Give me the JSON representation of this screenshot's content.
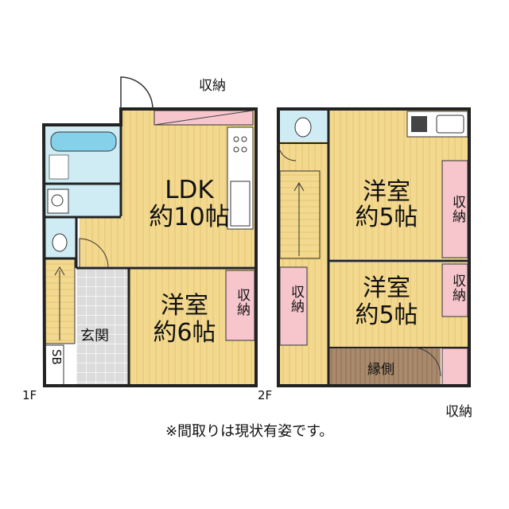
{
  "floor1": {
    "label": "1F",
    "rooms": {
      "ldk_name": "LDK",
      "ldk_size": "約10帖",
      "western6_name": "洋室",
      "western6_size": "約6帖",
      "entrance": "玄関",
      "shoe_box": "SB"
    },
    "storage_top": "収納",
    "storage_room": "収納"
  },
  "floor2": {
    "label": "2F",
    "rooms": {
      "west_a_name": "洋室",
      "west_a_size": "約5帖",
      "west_b_name": "洋室",
      "west_b_size": "約5帖",
      "veranda": "縁側"
    },
    "storage_a": "収納",
    "storage_b": "収納",
    "storage_hall": "収納",
    "storage_outside": "収納"
  },
  "note": "※間取りは現状有姿です。",
  "colors": {
    "wood": "#f2d68a",
    "storage": "#f6c6cc",
    "wet": "#cfecf4",
    "tile": "#d9d9d9",
    "veranda": "#a8866a",
    "wall": "#222222"
  }
}
